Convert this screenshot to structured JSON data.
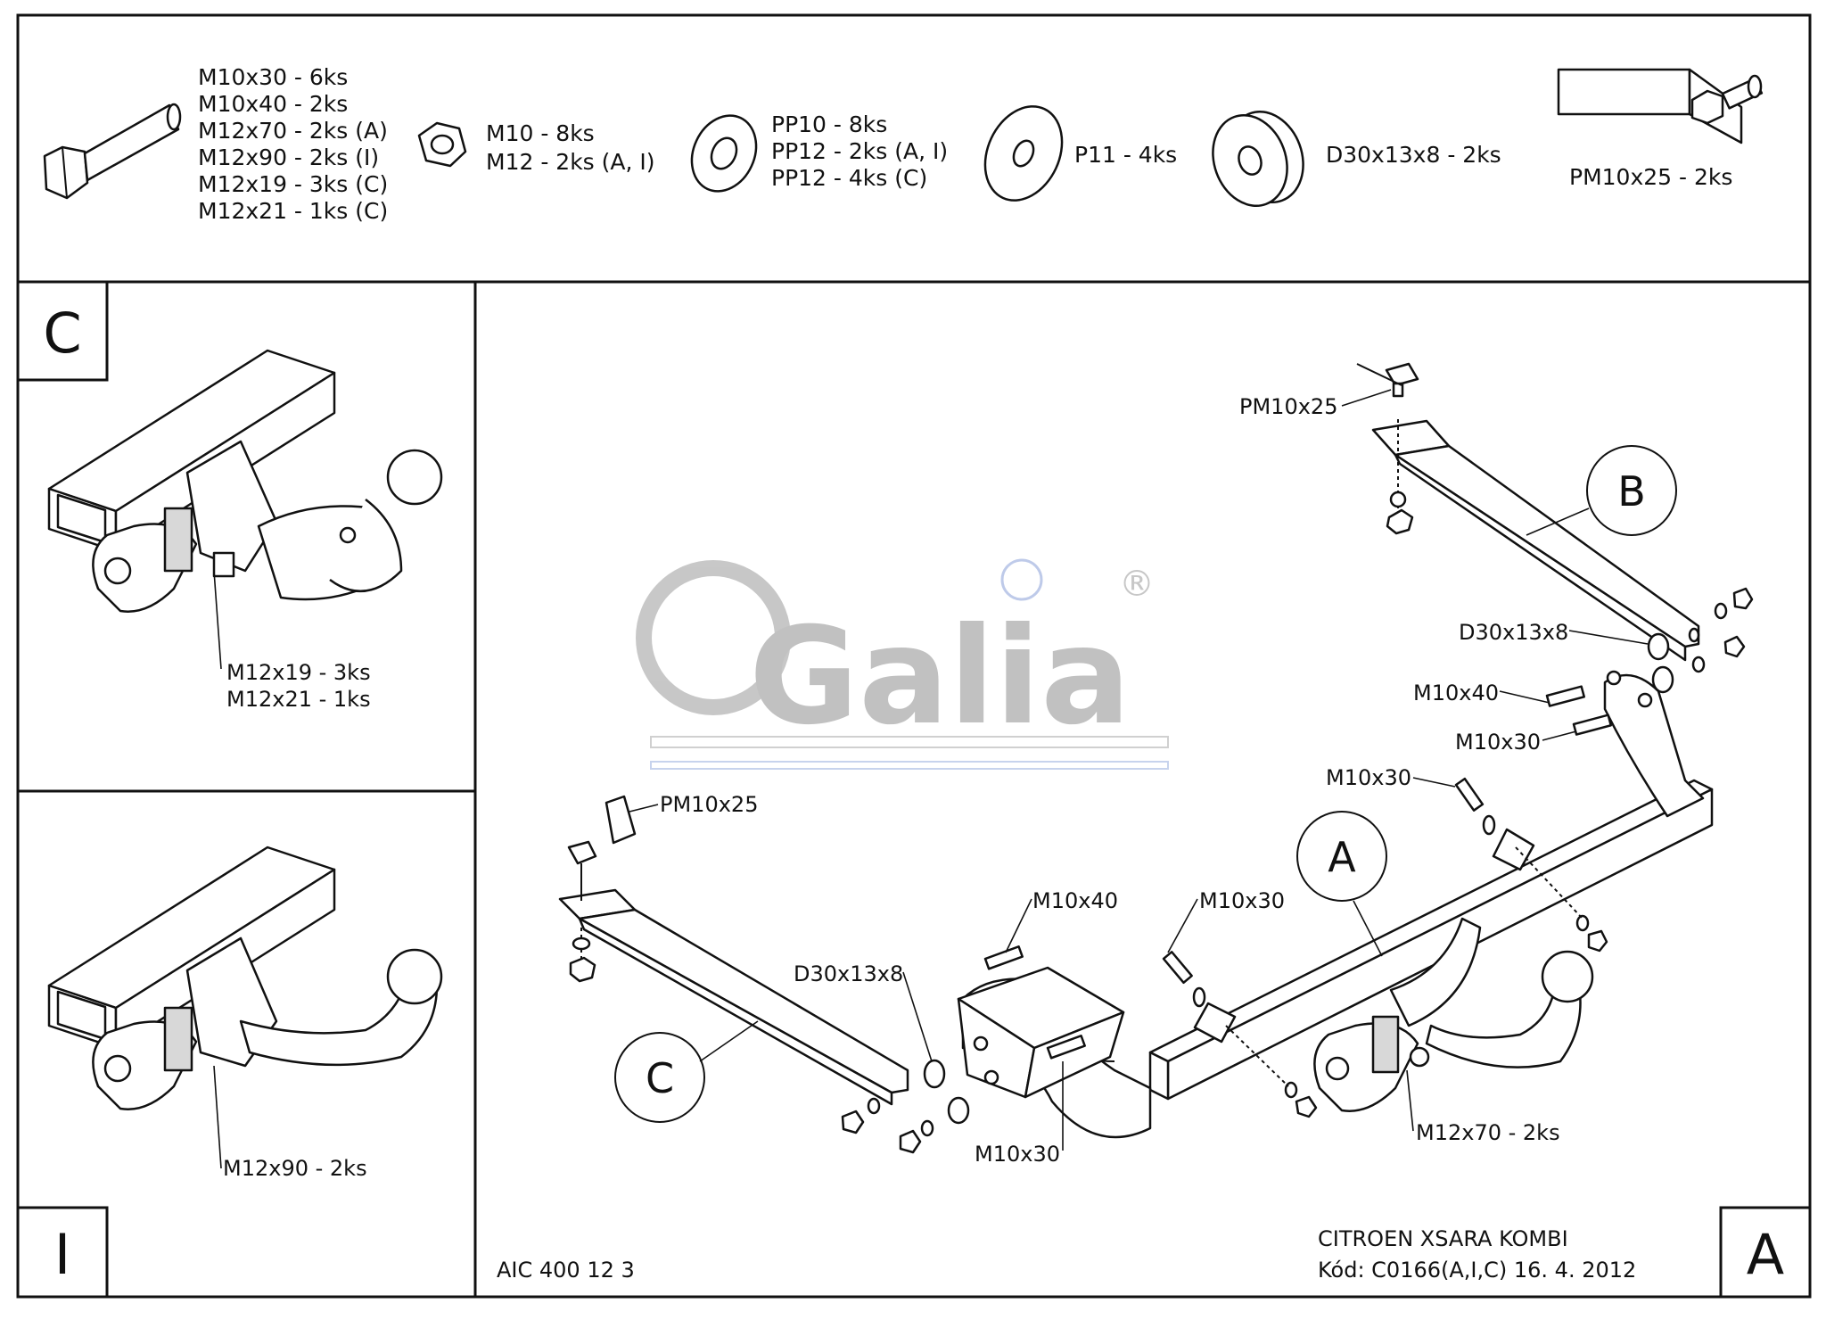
{
  "parts_list": {
    "bolts": [
      "M10x30 - 6ks",
      "M10x40 - 2ks",
      "M12x70 - 2ks (A)",
      "M12x90 - 2ks (I)",
      "M12x19 - 3ks (C)",
      "M12x21 - 1ks (C)"
    ],
    "nuts": [
      "M10 - 8ks",
      "M12 - 2ks (A, I)"
    ],
    "washers_pp": [
      "PP10 - 8ks",
      "PP12 - 2ks (A, I)",
      "PP12 - 4ks (C)"
    ],
    "washer_p": "P11 - 4ks",
    "spacer": "D30x13x8 - 2ks",
    "plate_bolt": "PM10x25 - 2ks"
  },
  "variants": {
    "c": {
      "letter": "C",
      "labels": [
        "M12x19 - 3ks",
        "M12x21 - 1ks"
      ]
    },
    "i": {
      "letter": "I",
      "label": "M12x90 - 2ks"
    },
    "a": {
      "letter": "A"
    }
  },
  "main": {
    "callouts": {
      "pm_top": "PM10x25",
      "pm_left": "PM10x25",
      "d30_right": "D30x13x8",
      "d30_left": "D30x13x8",
      "m10x40_right": "M10x40",
      "m10x30_r1": "M10x30",
      "m10x30_r2": "M10x30",
      "m10x40_mid": "M10x40",
      "m10x30_mid": "M10x30",
      "m10x30_bottom": "M10x30",
      "m12x70": "M12x70 - 2ks"
    },
    "circles": {
      "a": "A",
      "b": "B",
      "c": "C"
    }
  },
  "footer": {
    "code_left": "AIC 400 12 3",
    "vehicle": "CITROEN XSARA KOMBI",
    "kod": "Kód: C0166(A,I,C)  16. 4. 2012"
  },
  "logo": {
    "text": "Galia",
    "mark": "®"
  }
}
